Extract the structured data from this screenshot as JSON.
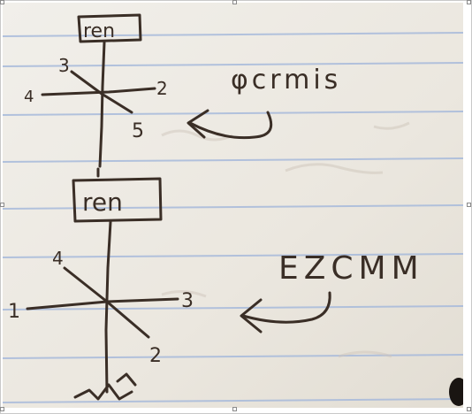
{
  "colors": {
    "paper": "#eeeae3",
    "rule_line": "#9fb4d6",
    "ink": "#3a2e26"
  },
  "diagram_top": {
    "label": "ren",
    "axes": [
      "3",
      "4",
      "2",
      "5"
    ],
    "word": "φcrmis"
  },
  "diagram_bottom": {
    "label": "ren",
    "axes": [
      "4",
      "1",
      "3",
      "2"
    ],
    "word": "EZCMM"
  }
}
